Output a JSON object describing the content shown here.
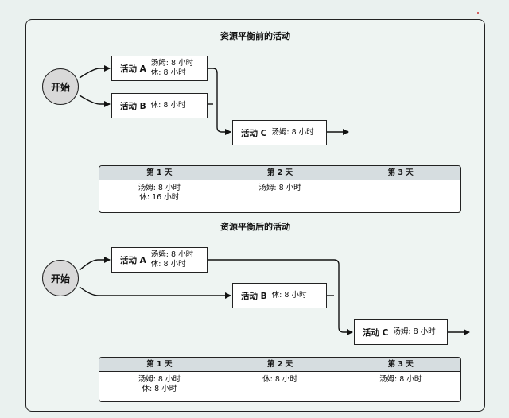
{
  "top": {
    "title": "资源平衡前的活动",
    "start": "开始",
    "activities": [
      {
        "name": "活动 A",
        "res1": "汤姆: 8 小时",
        "res2": "休: 8 小时"
      },
      {
        "name": "活动 B",
        "res1": "休: 8 小时",
        "res2": ""
      },
      {
        "name": "活动 C",
        "res1": "汤姆: 8 小时",
        "res2": ""
      }
    ],
    "table": {
      "headers": [
        "第 1 天",
        "第 2 天",
        "第 3 天"
      ],
      "cells": [
        [
          "汤姆: 8 小时",
          "休: 16 小时"
        ],
        [
          "汤姆: 8 小时",
          ""
        ],
        [
          "",
          ""
        ]
      ]
    }
  },
  "bottom": {
    "title": "资源平衡后的活动",
    "start": "开始",
    "activities": [
      {
        "name": "活动 A",
        "res1": "汤姆: 8 小时",
        "res2": "休: 8 小时"
      },
      {
        "name": "活动 B",
        "res1": "休: 8 小时",
        "res2": ""
      },
      {
        "name": "活动 C",
        "res1": "汤姆: 8 小时",
        "res2": ""
      }
    ],
    "table": {
      "headers": [
        "第 1 天",
        "第 2 天",
        "第 3 天"
      ],
      "cells": [
        [
          "汤姆: 8 小时",
          "休: 8 小时"
        ],
        [
          "休: 8 小时",
          ""
        ],
        [
          "汤姆: 8 小时",
          ""
        ]
      ]
    }
  }
}
